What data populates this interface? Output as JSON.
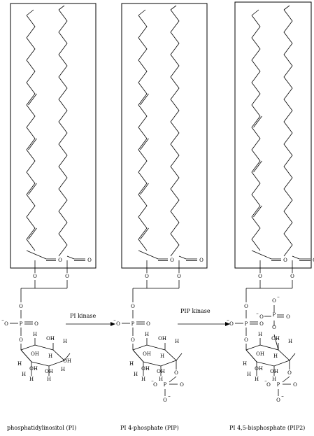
{
  "compounds": [
    {
      "name": "phosphatidylinositol (PI)",
      "phosphates": 0
    },
    {
      "name": "PI 4-phosphate (PIP)",
      "phosphates": 1
    },
    {
      "name": "PI 4,5-bisphosphate (PIP2)",
      "phosphates": 2
    }
  ],
  "reactions": [
    {
      "enzyme": "PI kinase"
    },
    {
      "enzyme": "PIP kinase"
    }
  ],
  "atoms": {
    "oxygen": "O",
    "phosphorus": "P",
    "hydroxyl": "OH",
    "hydrogen": "H",
    "charge": "–"
  }
}
